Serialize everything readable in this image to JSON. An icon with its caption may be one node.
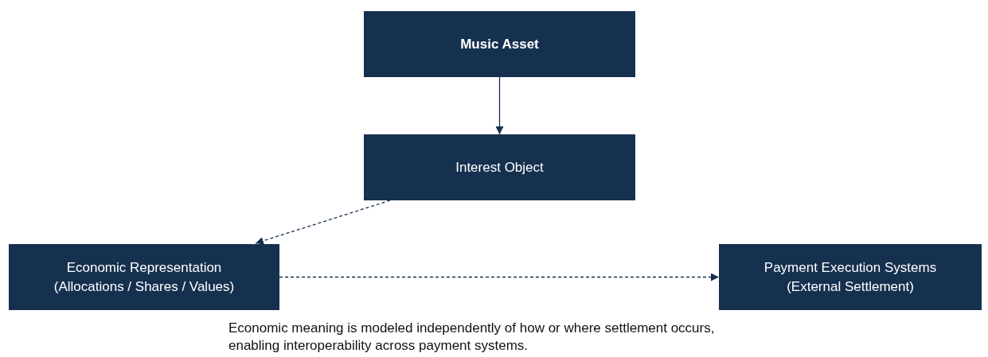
{
  "diagram": {
    "nodes": [
      {
        "text": [
          "Music Asset"
        ]
      },
      {
        "text": [
          "Interest Object"
        ]
      },
      {
        "text": [
          "Economic Representation (Allocations / Shares / Values)"
        ]
      },
      {
        "text": [
          "Payment Execution Systems (External Settlement)"
        ]
      }
    ],
    "edges": [
      {
        "from": 0,
        "to": 1,
        "arrow": "to"
      },
      {
        "from": 1,
        "to": 2,
        "arrow": "to",
        "style": "dashed"
      },
      {
        "from": 2,
        "to": 3,
        "arrow": "to",
        "style": "dashed"
      }
    ],
    "labels": [
      "Economic meaning is modeled independently of how or where settlement occurs, enabling interoperability across payment systems."
    ]
  }
}
